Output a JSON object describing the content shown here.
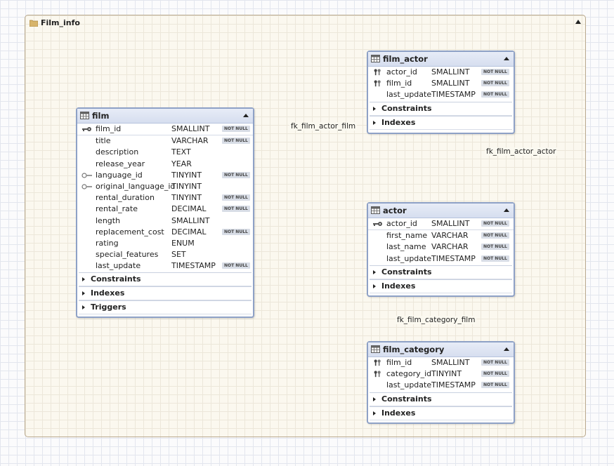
{
  "group": {
    "title": "Film_info"
  },
  "tables": {
    "film": {
      "name": "film",
      "columns": [
        {
          "name": "film_id",
          "type": "SMALLINT",
          "nn": "NOT NULL",
          "key": "pk"
        },
        {
          "name": "title",
          "type": "VARCHAR",
          "nn": "NOT NULL",
          "key": ""
        },
        {
          "name": "description",
          "type": "TEXT",
          "nn": "",
          "key": ""
        },
        {
          "name": "release_year",
          "type": "YEAR",
          "nn": "",
          "key": ""
        },
        {
          "name": "language_id",
          "type": "TINYINT",
          "nn": "NOT NULL",
          "key": "fk"
        },
        {
          "name": "original_language_id",
          "type": "TINYINT",
          "nn": "",
          "key": "fk"
        },
        {
          "name": "rental_duration",
          "type": "TINYINT",
          "nn": "NOT NULL",
          "key": ""
        },
        {
          "name": "rental_rate",
          "type": "DECIMAL",
          "nn": "NOT NULL",
          "key": ""
        },
        {
          "name": "length",
          "type": "SMALLINT",
          "nn": "",
          "key": ""
        },
        {
          "name": "replacement_cost",
          "type": "DECIMAL",
          "nn": "NOT NULL",
          "key": ""
        },
        {
          "name": "rating",
          "type": "ENUM",
          "nn": "",
          "key": ""
        },
        {
          "name": "special_features",
          "type": "SET",
          "nn": "",
          "key": ""
        },
        {
          "name": "last_update",
          "type": "TIMESTAMP",
          "nn": "NOT NULL",
          "key": ""
        }
      ],
      "sections": [
        "Constraints",
        "Indexes",
        "Triggers"
      ]
    },
    "film_actor": {
      "name": "film_actor",
      "columns": [
        {
          "name": "actor_id",
          "type": "SMALLINT",
          "nn": "NOT NULL",
          "key": "pkfk"
        },
        {
          "name": "film_id",
          "type": "SMALLINT",
          "nn": "NOT NULL",
          "key": "pkfk"
        },
        {
          "name": "last_update",
          "type": "TIMESTAMP",
          "nn": "NOT NULL",
          "key": ""
        }
      ],
      "sections": [
        "Constraints",
        "Indexes"
      ]
    },
    "actor": {
      "name": "actor",
      "columns": [
        {
          "name": "actor_id",
          "type": "SMALLINT",
          "nn": "NOT NULL",
          "key": "pk"
        },
        {
          "name": "first_name",
          "type": "VARCHAR",
          "nn": "NOT NULL",
          "key": ""
        },
        {
          "name": "last_name",
          "type": "VARCHAR",
          "nn": "NOT NULL",
          "key": ""
        },
        {
          "name": "last_update",
          "type": "TIMESTAMP",
          "nn": "NOT NULL",
          "key": ""
        }
      ],
      "sections": [
        "Constraints",
        "Indexes"
      ]
    },
    "film_category": {
      "name": "film_category",
      "columns": [
        {
          "name": "film_id",
          "type": "SMALLINT",
          "nn": "NOT NULL",
          "key": "pkfk"
        },
        {
          "name": "category_id",
          "type": "TINYINT",
          "nn": "NOT NULL",
          "key": "pkfk"
        },
        {
          "name": "last_update",
          "type": "TIMESTAMP",
          "nn": "NOT NULL",
          "key": ""
        }
      ],
      "sections": [
        "Constraints",
        "Indexes"
      ]
    }
  },
  "relations": [
    {
      "label": "fk_film_actor_film"
    },
    {
      "label": "fk_film_actor_actor"
    },
    {
      "label": "fk_film_category_film"
    }
  ],
  "colors": {
    "header": "#d6deef",
    "border": "#8ea1c6",
    "group_bg": "#fbf8ef",
    "nn_badge": "#d8dde6"
  }
}
